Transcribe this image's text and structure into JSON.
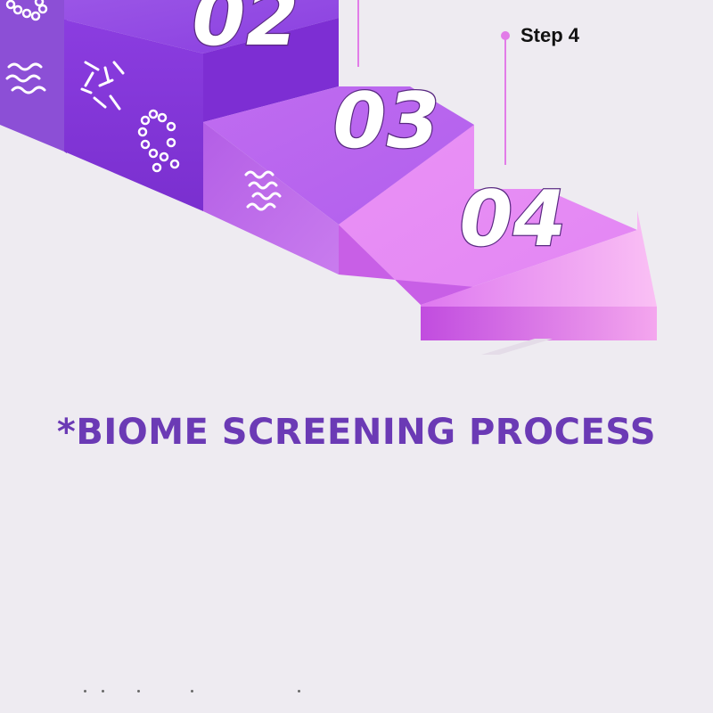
{
  "diagram": {
    "steps": [
      "02",
      "03",
      "04"
    ],
    "callout_label": "Step 4",
    "title": "*BIOME SCREENING PROCESS"
  },
  "colors": {
    "background": "#eeebf1",
    "title": "#6b3ab5",
    "step_dark": "#7e2fd0",
    "step_light": "#f4a8f6",
    "callout_line": "#e27ce8"
  }
}
